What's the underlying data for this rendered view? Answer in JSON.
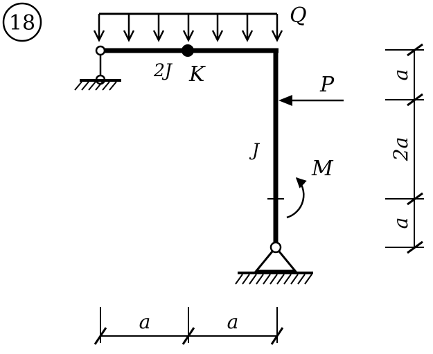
{
  "figure": {
    "number": "18"
  },
  "loads": {
    "distributed": "Q",
    "force": "P",
    "moment": "M"
  },
  "members": {
    "beam_stiffness": "2J",
    "column_stiffness": "J"
  },
  "points": {
    "hinge": "K"
  },
  "dimensions": {
    "horizontal": [
      "a",
      "a"
    ],
    "vertical": [
      "a",
      "2a",
      "a"
    ]
  }
}
